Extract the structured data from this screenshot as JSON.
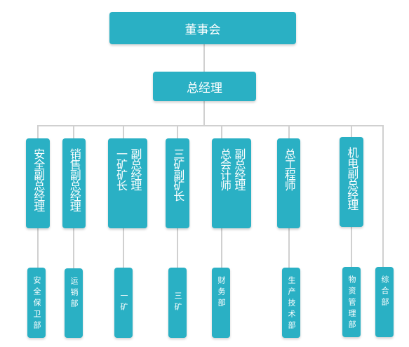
{
  "colors": {
    "box": "#2ab0c4",
    "line": "#d0d0d0",
    "text": "#ffffff"
  },
  "root": {
    "label": "董事会"
  },
  "gm": {
    "label": "总经理"
  },
  "departments": [
    {
      "id": "safety",
      "lines": [
        "安全副总经理"
      ],
      "child": "安全保卫部"
    },
    {
      "id": "sales",
      "lines": [
        "销售副总经理"
      ],
      "child": "运销部"
    },
    {
      "id": "mine1",
      "lines": [
        "副总经理",
        "一矿矿长"
      ],
      "child": "一矿"
    },
    {
      "id": "mine3",
      "lines": [
        "三矿副矿长"
      ],
      "child": "三矿"
    },
    {
      "id": "accountant",
      "lines": [
        "副总经理",
        "总会计师"
      ],
      "child": "财务部"
    },
    {
      "id": "engineer",
      "lines": [
        "总工程师"
      ],
      "child": "生产技术部"
    },
    {
      "id": "electromech",
      "lines": [
        "机电副总经理"
      ],
      "child": "物资管理部"
    }
  ],
  "extra_dept": {
    "label": "综合部"
  }
}
